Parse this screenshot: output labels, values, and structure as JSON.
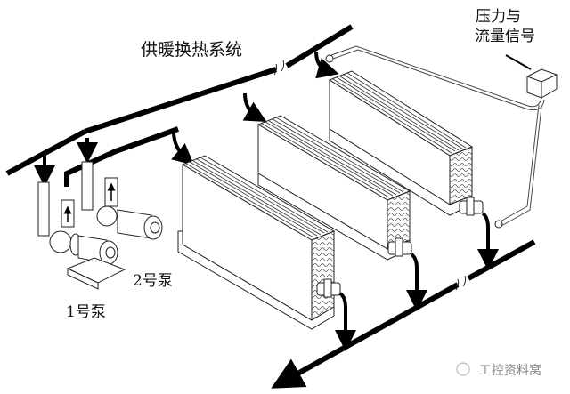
{
  "diagram": {
    "title": "供暖换热系统",
    "sensor_label_line1": "压力与",
    "sensor_label_line2": "流量信号",
    "pump1_label": "1号泵",
    "pump2_label": "2号泵",
    "watermark": "工控资料窝",
    "components": {
      "supply_header": "supply-pipe",
      "return_header": "return-pipe",
      "radiators": [
        "radiator-1",
        "radiator-2",
        "radiator-3"
      ],
      "pumps": [
        "pump-1",
        "pump-2"
      ],
      "sensor": "pressure-flow-sensor"
    }
  }
}
